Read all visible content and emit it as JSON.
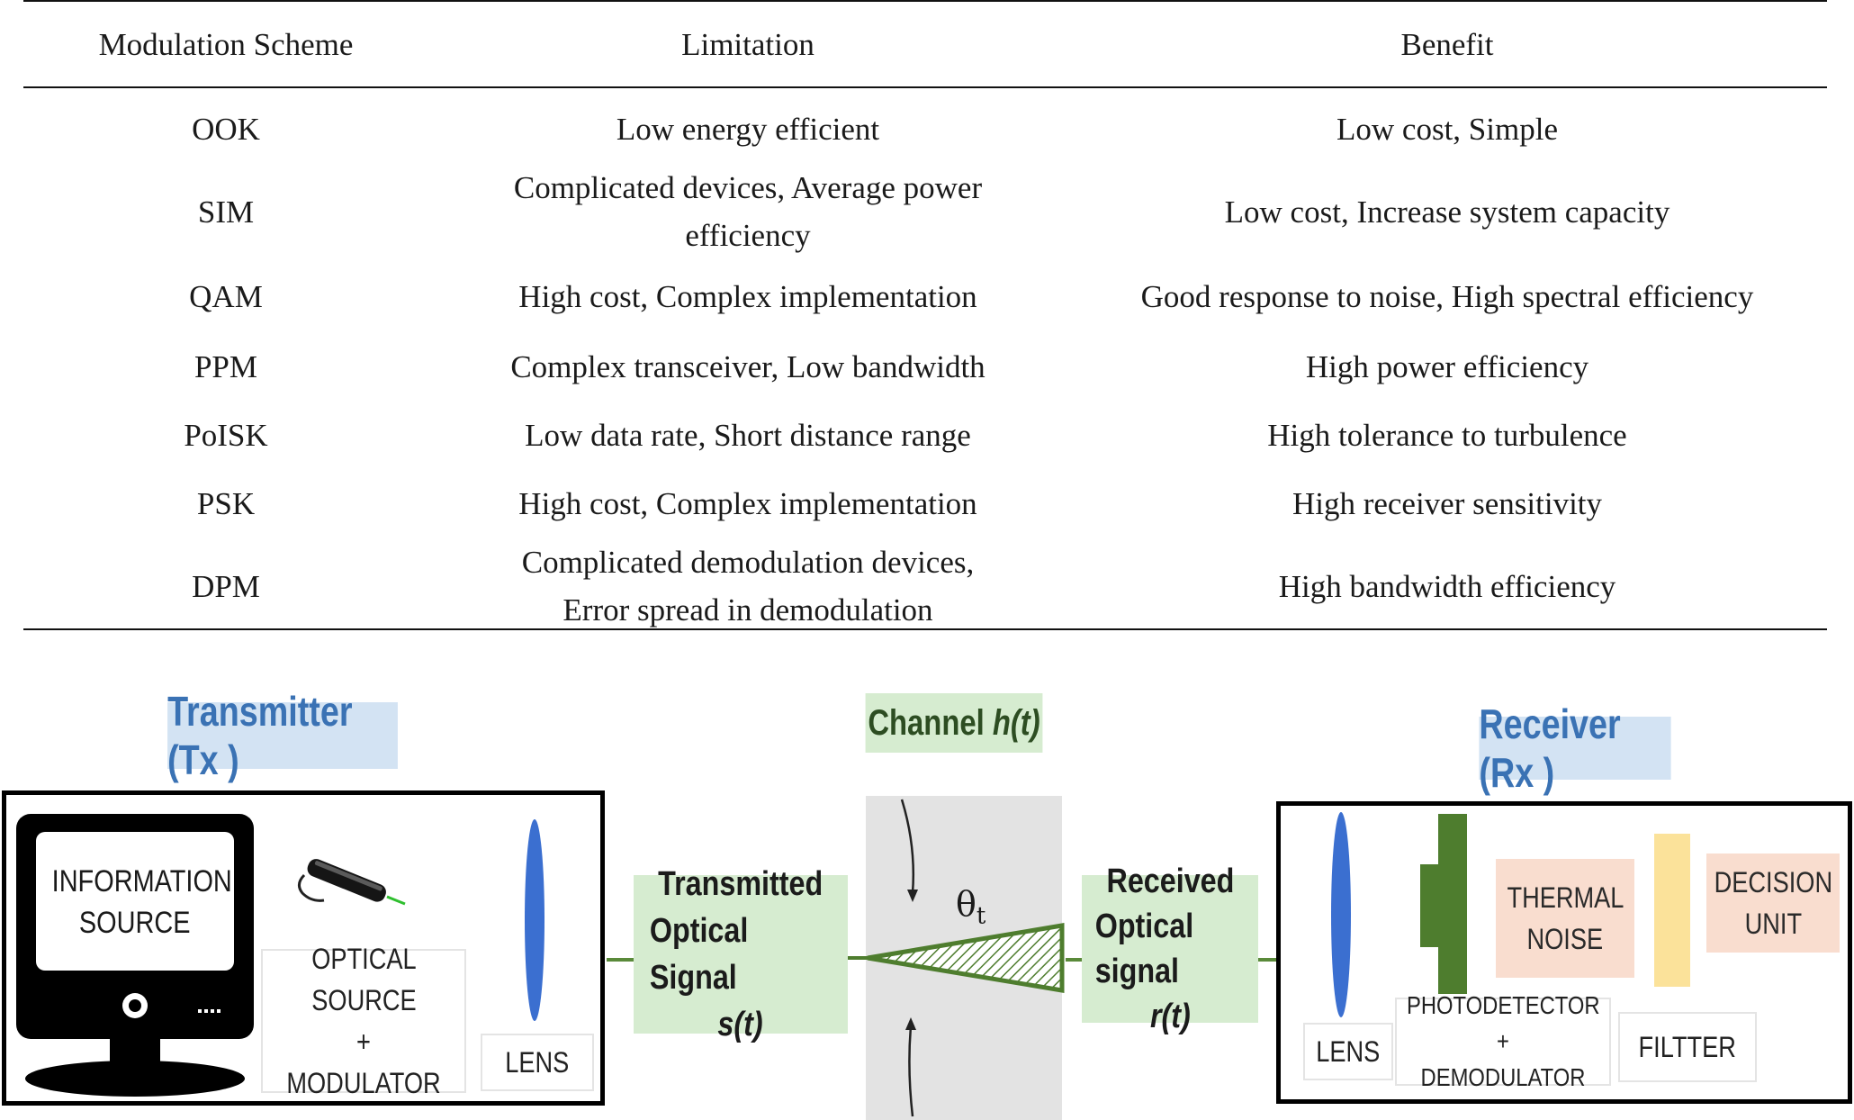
{
  "table": {
    "headers": [
      "Modulation Scheme",
      "Limitation",
      "Benefit"
    ],
    "rows": [
      {
        "scheme": "OOK",
        "limitation": "Low energy efficient",
        "benefit": "Low cost, Simple"
      },
      {
        "scheme": "SIM",
        "limitation": "Complicated devices, Average power efficiency",
        "benefit": "Low cost, Increase system capacity"
      },
      {
        "scheme": "QAM",
        "limitation": "High cost, Complex implementation",
        "benefit": "Good response to noise, High spectral efficiency"
      },
      {
        "scheme": "PPM",
        "limitation": "Complex transceiver, Low bandwidth",
        "benefit": "High power efficiency"
      },
      {
        "scheme": "PoISK",
        "limitation": "Low data rate, Short distance range",
        "benefit": "High tolerance to turbulence"
      },
      {
        "scheme": "PSK",
        "limitation": "High cost, Complex implementation",
        "benefit": "High receiver sensitivity"
      },
      {
        "scheme": "DPM",
        "limitation": "Complicated demodulation devices, Error spread in demodulation",
        "benefit": "High bandwidth efficiency"
      }
    ]
  },
  "figure": {
    "transmitter_title": "Transmitter (Tx )",
    "channel_title_text": "Channel",
    "channel_title_func": "h(t)",
    "receiver_title": "Receiver (Rx )",
    "info_source_line1": "INFORMATION",
    "info_source_line2": "SOURCE",
    "optical_source_line1": "OPTICAL",
    "optical_source_line2": "SOURCE",
    "optical_source_line3": "+ MODULATOR",
    "tx_lens": "LENS",
    "transmitted_line1": "Transmitted",
    "transmitted_line2": "Optical Signal",
    "transmitted_func": "s(t)",
    "theta_symbol": "θ",
    "theta_sub": "t",
    "received_line1": "Received",
    "received_line2": "Optical signal",
    "received_func": "r(t)",
    "rx_lens": "LENS",
    "photodetector_line1": "PHOTODETECTOR",
    "photodetector_line2": "+ DEMODULATOR",
    "thermal_line1": "THERMAL",
    "thermal_line2": "NOISE",
    "filter": "FILTTER",
    "decision_line1": "DECISION",
    "decision_line2": "UNIT",
    "colors": {
      "tx_title_bg": "#d3e3f3",
      "title_text": "#3a72b4",
      "channel_bg": "#d6ecd0",
      "green": "#4e7d2e",
      "lens_blue": "#3b6fd0",
      "orange_bg": "#f9ddcf",
      "filter_yellow": "#fbe29a",
      "channel_gray": "#e3e3e3"
    }
  }
}
